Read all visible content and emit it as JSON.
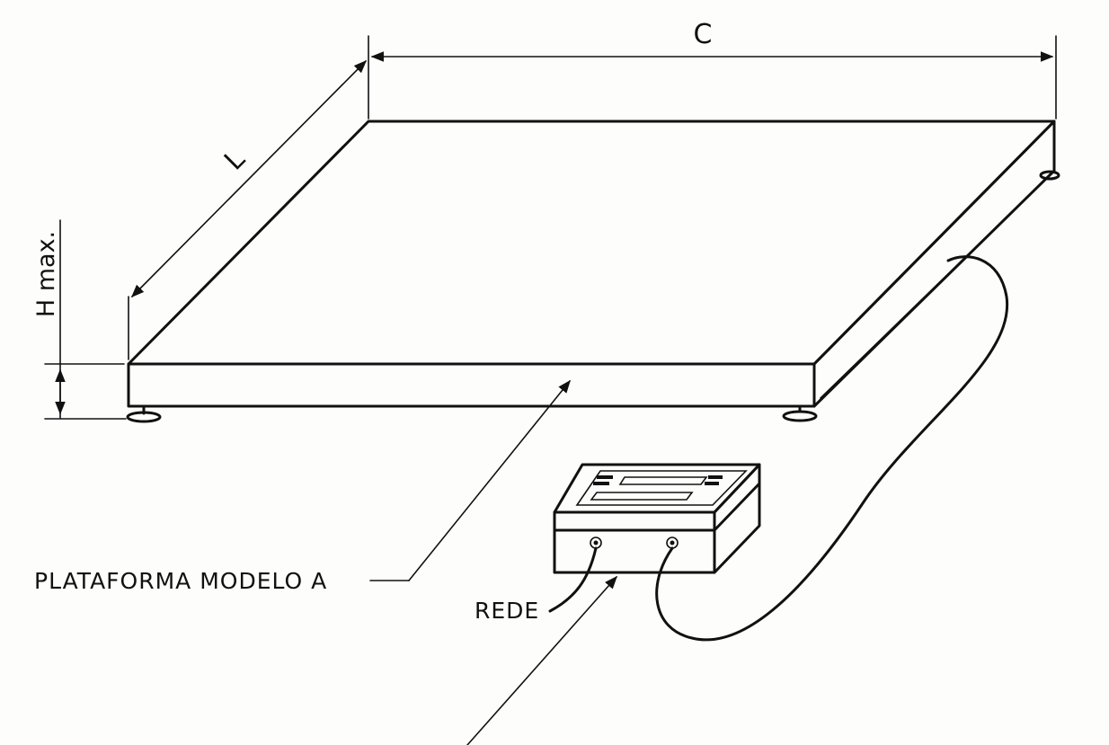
{
  "diagram": {
    "dimensions": {
      "length_label": "C",
      "width_label": "L",
      "height_label": "H max."
    },
    "callouts": {
      "platform_label": "PLATAFORMA MODELO A",
      "power_label": "REDE"
    },
    "colors": {
      "ink": "#111111",
      "paper": "#fdfdfc"
    }
  }
}
